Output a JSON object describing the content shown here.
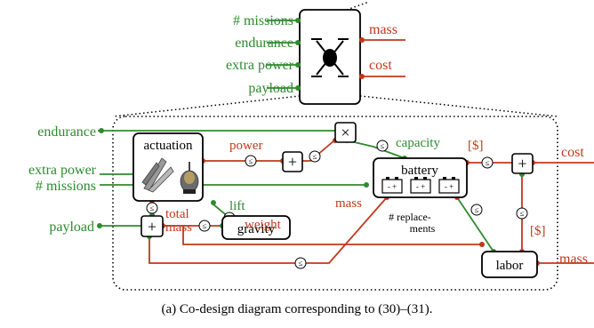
{
  "top_block": {
    "inputs": [
      "# missions",
      "endurance",
      "extra power",
      "payload"
    ],
    "outputs": [
      "mass",
      "cost"
    ]
  },
  "detail": {
    "left_inputs": {
      "endurance": "endurance",
      "extra_power": "extra power",
      "missions": "# missions",
      "payload": "payload"
    },
    "right_outputs": {
      "cost": "cost",
      "mass": "mass"
    },
    "blocks": {
      "actuation": "actuation",
      "battery": "battery",
      "gravity": "gravity",
      "labor": "labor"
    },
    "labels": {
      "power": "power",
      "capacity": "capacity",
      "dollar_top": "[$]",
      "dollar_right": "[$]",
      "lift": "lift",
      "weight": "weight",
      "total": "total",
      "mass_left": "mass",
      "mass_mid": "mass",
      "replacements_1": "# replace-",
      "replacements_2": "ments"
    },
    "battery_cell_glyphs": [
      "- +",
      "- +",
      "- +"
    ],
    "ops": {
      "plus": "+",
      "times": "×"
    }
  },
  "caption": "(a) Co-design diagram corresponding to (30)–(31)."
}
